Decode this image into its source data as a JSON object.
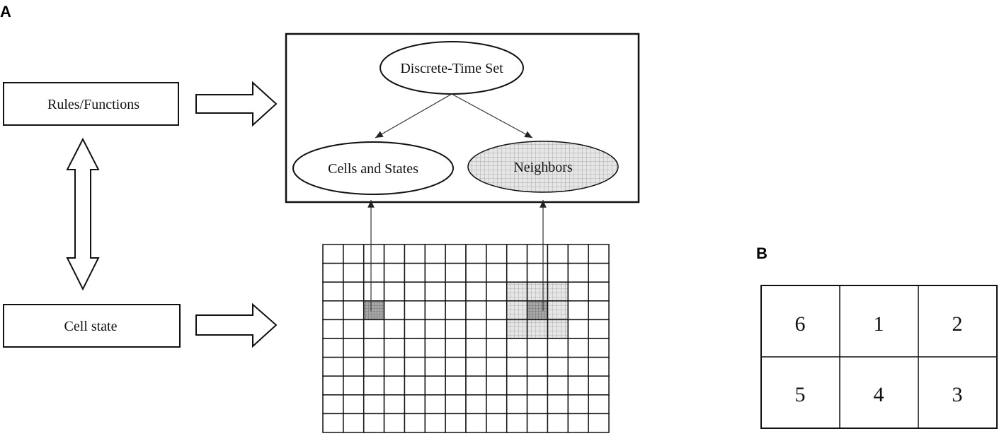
{
  "panel_a": {
    "label": "A",
    "rules_box": "Rules/Functions",
    "cell_state_box": "Cell state",
    "top_ellipse": "Discrete-Time Set",
    "left_ellipse": "Cells and States",
    "right_ellipse": "Neighbors",
    "grid": {
      "rows": 10,
      "cols": 14,
      "center_cell": [
        3,
        2
      ],
      "neighbor_center": [
        3,
        10
      ]
    }
  },
  "panel_b": {
    "label": "B",
    "cells": [
      "6",
      "1",
      "2",
      "5",
      "4",
      "3"
    ]
  },
  "colors": {
    "stroke": "#111111",
    "shade": "#d8d8d8",
    "dark_shade": "#9a9a9a"
  }
}
